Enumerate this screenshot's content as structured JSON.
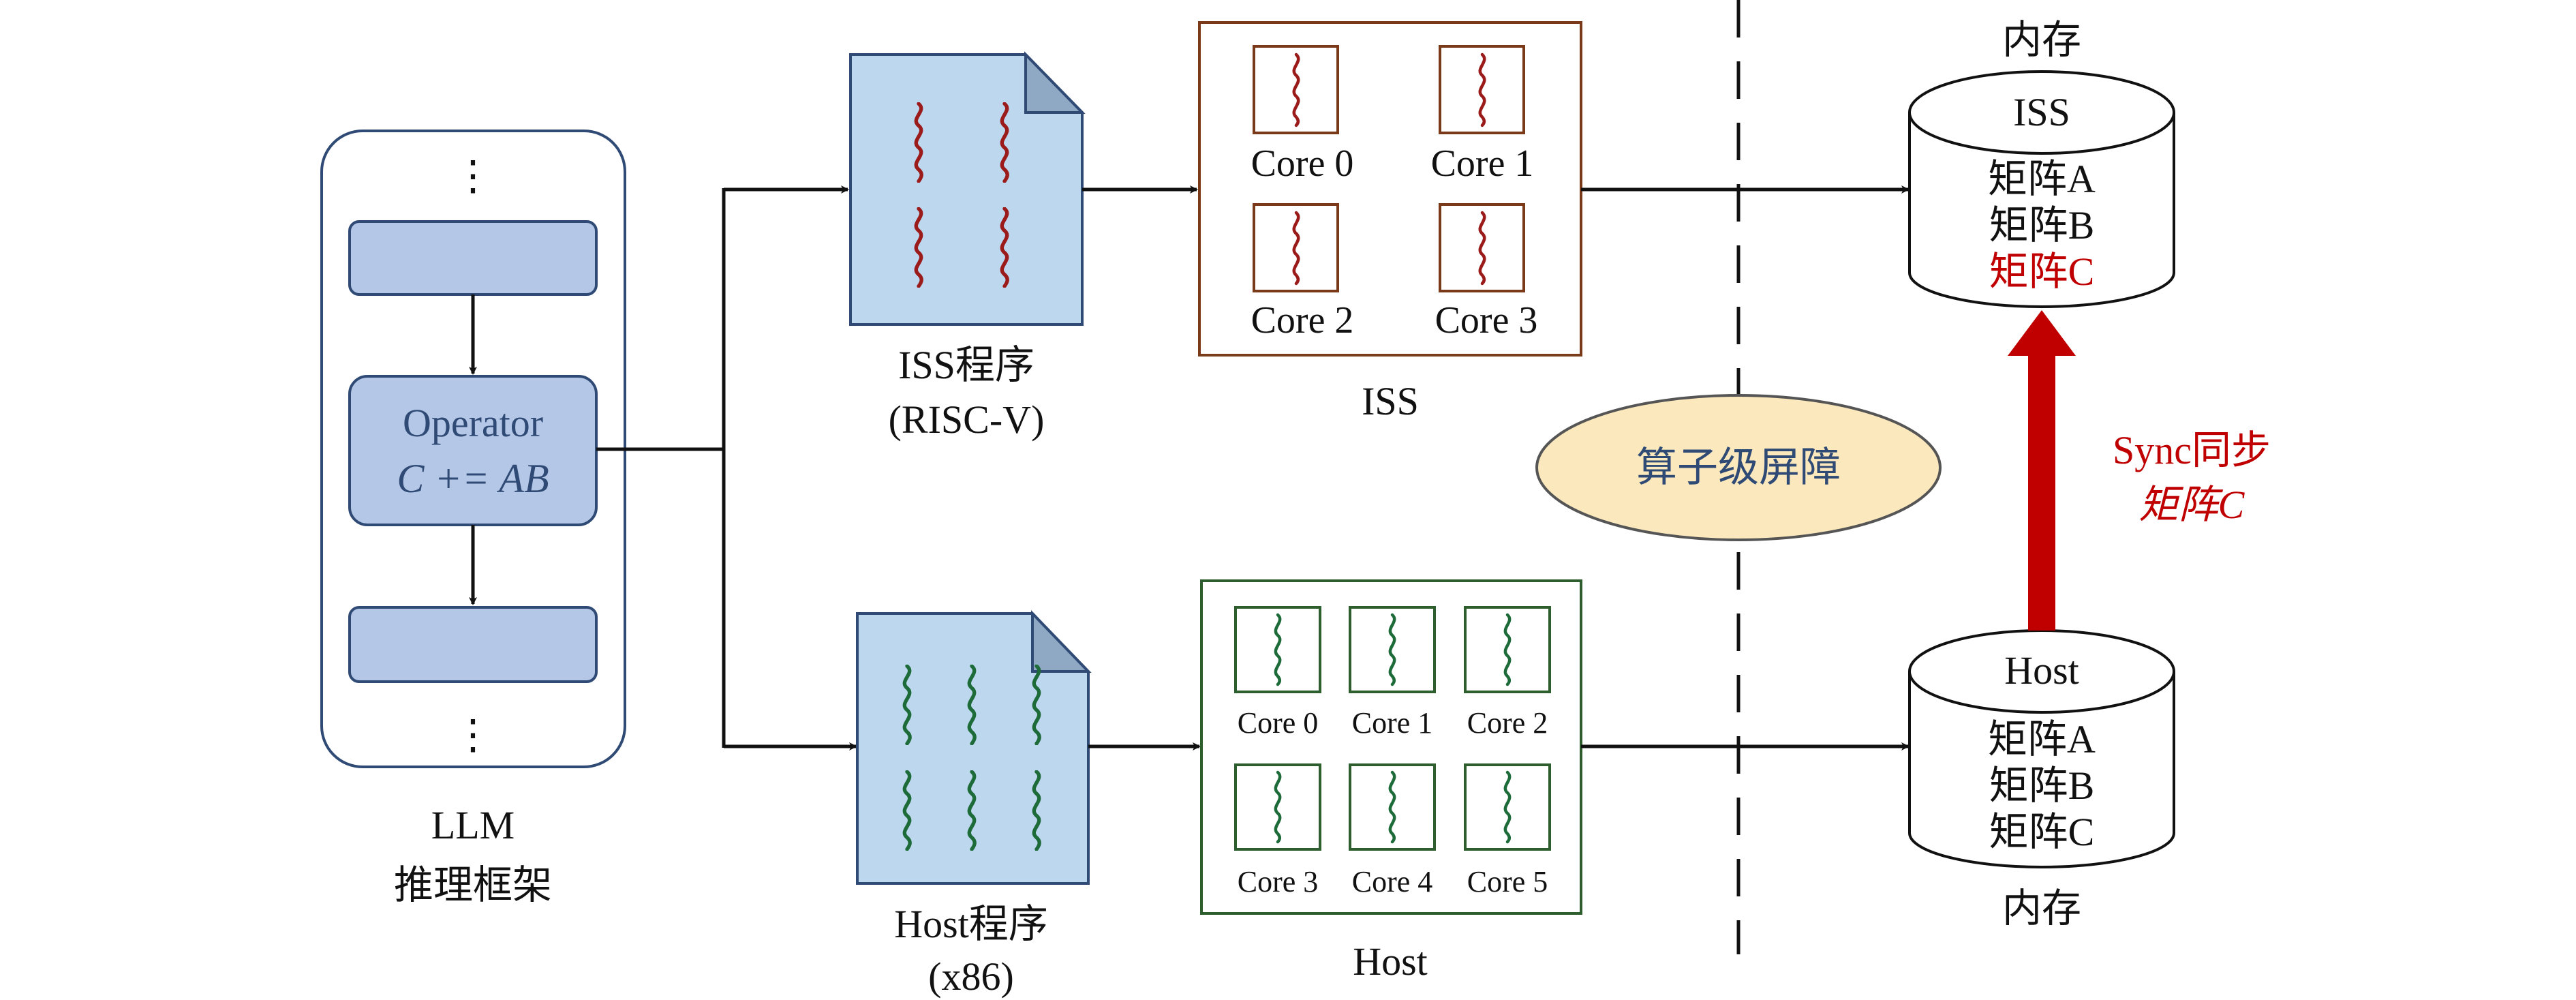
{
  "colors": {
    "block_fill": "#b4c7e7",
    "block_stroke": "#2f4a74",
    "file_fill": "#bdd7ee",
    "iss_frame": "#7a3a1a",
    "host_frame": "#2e5e2e",
    "iss_wave": "#9b1b1b",
    "host_wave": "#1e6b3a",
    "barrier_fill": "#fbe8bd",
    "barrier_text": "#2f4a74",
    "sync_red": "#c00000",
    "text": "#111111"
  },
  "framework": {
    "vdots": "⋮",
    "operator_label": "Operator",
    "operator_formula": "C += AB",
    "caption_line1": "LLM",
    "caption_line2": "推理框架"
  },
  "iss_program": {
    "line1": "ISS程序",
    "line2": "(RISC-V)"
  },
  "host_program": {
    "line1": "Host程序",
    "line2": "(x86)"
  },
  "iss": {
    "title": "ISS",
    "cores": [
      "Core 0",
      "Core 1",
      "Core 2",
      "Core 3"
    ]
  },
  "host": {
    "title": "Host",
    "cores": [
      "Core 0",
      "Core 1",
      "Core 2",
      "Core 3",
      "Core 4",
      "Core 5"
    ]
  },
  "barrier": {
    "label": "算子级屏障"
  },
  "iss_memory": {
    "caption": "内存",
    "header": "ISS",
    "rows": [
      "矩阵A",
      "矩阵B",
      "矩阵C"
    ]
  },
  "host_memory": {
    "caption": "内存",
    "header": "Host",
    "rows": [
      "矩阵A",
      "矩阵B",
      "矩阵C"
    ]
  },
  "sync": {
    "line1": "Sync同步",
    "line2": "矩阵C"
  }
}
